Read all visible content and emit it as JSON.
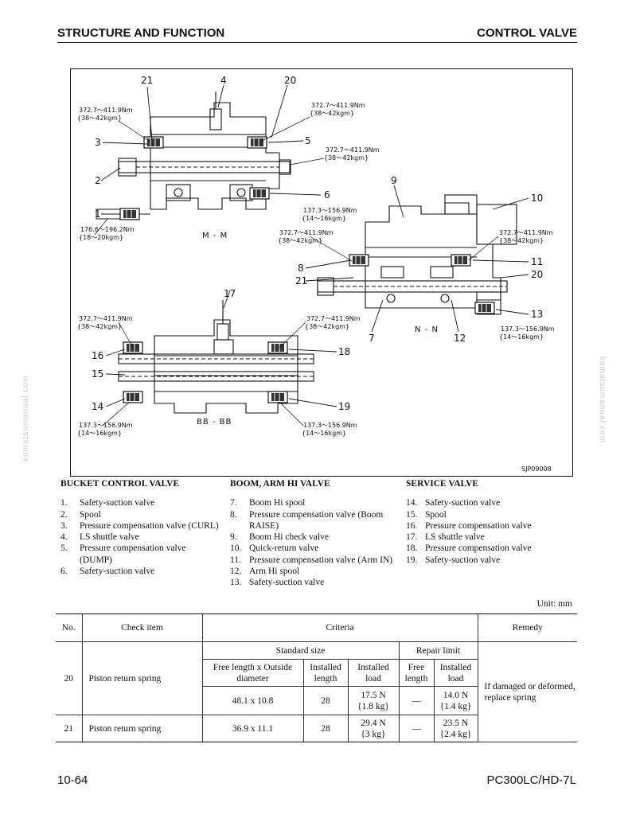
{
  "header": {
    "left": "STRUCTURE AND FUNCTION",
    "right": "CONTROL VALVE"
  },
  "watermark": "komatsumanual.com",
  "figure": {
    "code": "SJP09008",
    "views": {
      "mm": "M - M",
      "nn": "N - N",
      "bb": "BB - BB"
    },
    "torques": {
      "t1": "372.7～411.9Nm",
      "t1k": "{38～42kgm}",
      "t2": "176.6～196.2Nm",
      "t2k": "{18～20kgm}",
      "t3": "137.3～156.9Nm",
      "t3k": "{14～16kgm}"
    },
    "callouts": [
      "1",
      "2",
      "3",
      "4",
      "5",
      "6",
      "7",
      "8",
      "9",
      "10",
      "11",
      "12",
      "13",
      "14",
      "15",
      "16",
      "17",
      "18",
      "19",
      "20",
      "21"
    ]
  },
  "legend": {
    "bucket": {
      "title": "BUCKET CONTROL VALVE",
      "items": [
        {
          "n": "1.",
          "t": "Safety-suction valve"
        },
        {
          "n": "2.",
          "t": "Spool"
        },
        {
          "n": "3.",
          "t": "Pressure compensation valve (CURL)"
        },
        {
          "n": "4.",
          "t": "LS shuttle valve"
        },
        {
          "n": "5.",
          "t": "Pressure compensation valve (DUMP)"
        },
        {
          "n": "6.",
          "t": "Safety-suction valve"
        }
      ]
    },
    "boom": {
      "title": "BOOM, ARM HI VALVE",
      "items": [
        {
          "n": "7.",
          "t": "Boom Hi spool"
        },
        {
          "n": "8.",
          "t": "Pressure compensation valve (Boom RAISE)"
        },
        {
          "n": "9.",
          "t": "Boom Hi check valve"
        },
        {
          "n": "10.",
          "t": "Quick-return valve"
        },
        {
          "n": "11.",
          "t": "Pressure compensation valve (Arm IN)"
        },
        {
          "n": "12.",
          "t": "Arm Hi spool"
        },
        {
          "n": "13.",
          "t": "Safety-suction valve"
        }
      ]
    },
    "service": {
      "title": "SERVICE VALVE",
      "items": [
        {
          "n": "14.",
          "t": "Safety-suction valve"
        },
        {
          "n": "15.",
          "t": "Spool"
        },
        {
          "n": "16.",
          "t": "Pressure compensation valve"
        },
        {
          "n": "17.",
          "t": "LS shuttle valve"
        },
        {
          "n": "18.",
          "t": "Pressure compensation valve"
        },
        {
          "n": "19.",
          "t": "Safety-suction valve"
        }
      ]
    }
  },
  "unit": "Unit: mm",
  "table": {
    "h_no": "No.",
    "h_item": "Check item",
    "h_criteria": "Criteria",
    "h_remedy": "Remedy",
    "h_standard": "Standard size",
    "h_repair": "Repair limit",
    "h_freelen": "Free length x Outside diameter",
    "h_instlen": "Installed length",
    "h_instload": "Installed load",
    "h_rfree": "Free length",
    "h_rload": "Installed load",
    "rows": [
      {
        "no": "20",
        "item": "Piston return spring",
        "free": "48.1 x 10.8",
        "len": "28",
        "load": "17.5 N",
        "loadk": "{1.8 kg}",
        "rfree": "—",
        "rload": "14.0 N",
        "rloadk": "{1.4 kg}"
      },
      {
        "no": "21",
        "item": "Piston return spring",
        "free": "36.9 x 11.1",
        "len": "28",
        "load": "29.4 N",
        "loadk": "{3 kg}",
        "rfree": "—",
        "rload": "23.5 N",
        "rloadk": "{2.4 kg}"
      }
    ],
    "remedy": "If damaged or deformed, replace spring"
  },
  "footer": {
    "page": "10-64",
    "model": "PC300LC/HD-7L"
  }
}
